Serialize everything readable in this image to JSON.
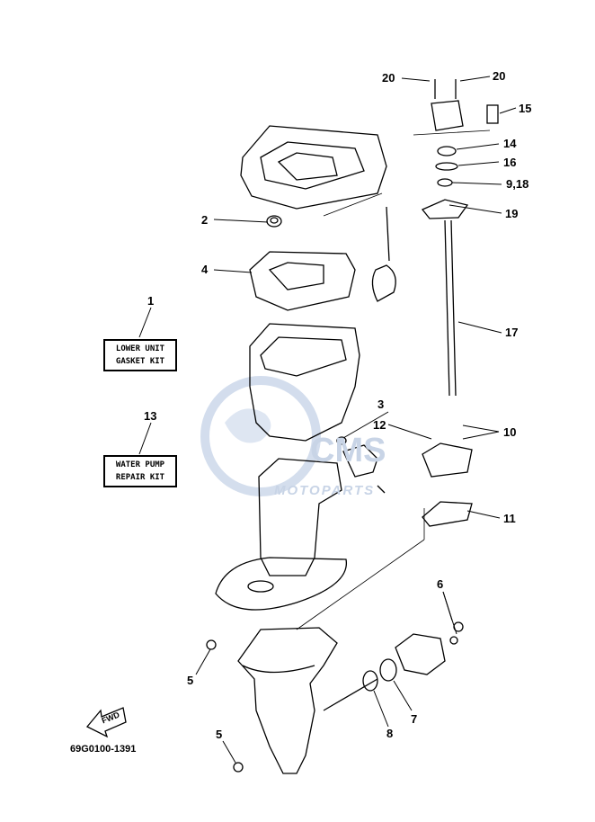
{
  "callouts": [
    "20",
    "20",
    "15",
    "14",
    "16",
    "9,18",
    "19",
    "2",
    "4",
    "1",
    "17",
    "3",
    "12",
    "10",
    "13",
    "11",
    "6",
    "5",
    "7",
    "8",
    "5"
  ],
  "kits": {
    "gasket": [
      "LOWER UNIT",
      "GASKET KIT"
    ],
    "pump": [
      "WATER PUMP",
      "REPAIR KIT"
    ]
  },
  "fwd_label": "FWD",
  "diagram_code": "69G0100-1391",
  "watermark": {
    "brand": "CMS",
    "sub": "MOTOPARTS"
  }
}
